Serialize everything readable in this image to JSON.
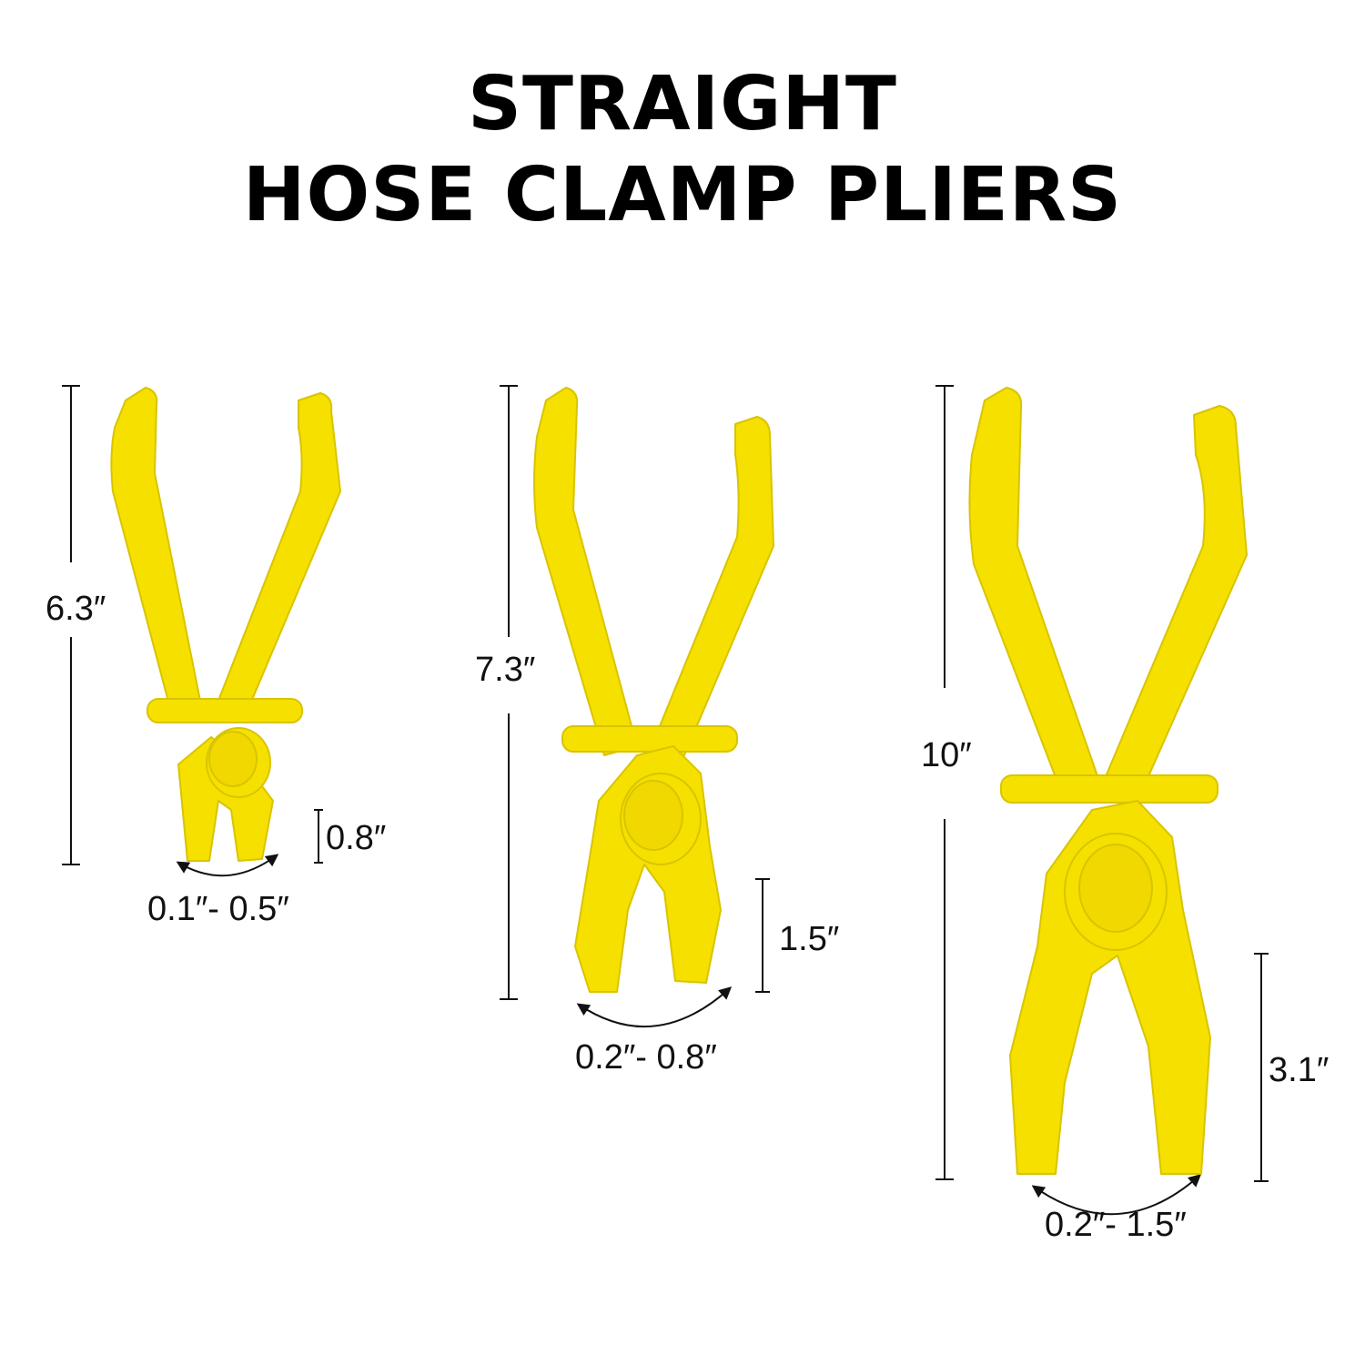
{
  "title": {
    "line1": "STRAIGHT",
    "line2": "HOSE CLAMP PLIERS"
  },
  "colors": {
    "plier": "#F5E000",
    "plier_shadow": "#D9C400",
    "ink": "#111111"
  },
  "pliers": [
    {
      "length": "6.3″",
      "jaw_length": "0.8″",
      "range": "0.1″- 0.5″"
    },
    {
      "length": "7.3″",
      "jaw_length": "1.5″",
      "range": "0.2″- 0.8″"
    },
    {
      "length": "10″",
      "jaw_length": "3.1″",
      "range": "0.2″- 1.5″"
    }
  ]
}
